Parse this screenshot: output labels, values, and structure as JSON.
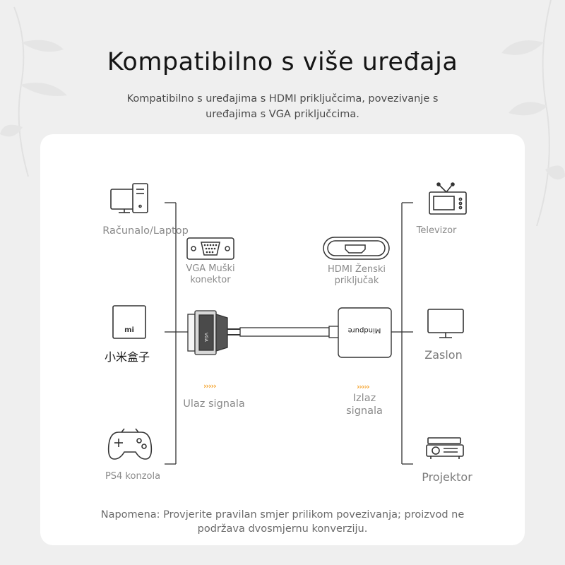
{
  "heading": {
    "title": "Kompatibilno s više uređaja",
    "subtitle": "Kompatibilno s uređajima s HDMI priključcima, povezivanje s uređajima s VGA priključcima."
  },
  "left_devices": [
    {
      "label": "Računalo/Laptop",
      "icon": "computer-icon"
    },
    {
      "label": "小米盒子",
      "icon": "xiaomi-box-icon",
      "logo_text": "mi"
    },
    {
      "label": "PS4 konzola",
      "icon": "gamepad-icon"
    }
  ],
  "right_devices": [
    {
      "label": "Televizor",
      "icon": "tv-icon"
    },
    {
      "label": "Zaslon",
      "icon": "monitor-icon"
    },
    {
      "label": "Projektor",
      "icon": "projector-icon"
    }
  ],
  "connectors": {
    "vga": {
      "label_line1": "VGA Muški",
      "label_line2": "konektor"
    },
    "hdmi": {
      "label_line1": "HDMI Ženski",
      "label_line2": "priključak"
    }
  },
  "adapter": {
    "brand": "Mindpure"
  },
  "signals": {
    "input": {
      "label": "Ulaz signala",
      "arrows": "›››››"
    },
    "output": {
      "label_line1": "Izlaz",
      "label_line2": "signala",
      "arrows": "›››››"
    }
  },
  "note": "Napomena: Provjerite pravilan smjer prilikom povezivanja; proizvod ne podržava dvosmjernu konverziju.",
  "colors": {
    "accent": "#f5a531",
    "card": "#ffffff",
    "background": "#efefef"
  }
}
